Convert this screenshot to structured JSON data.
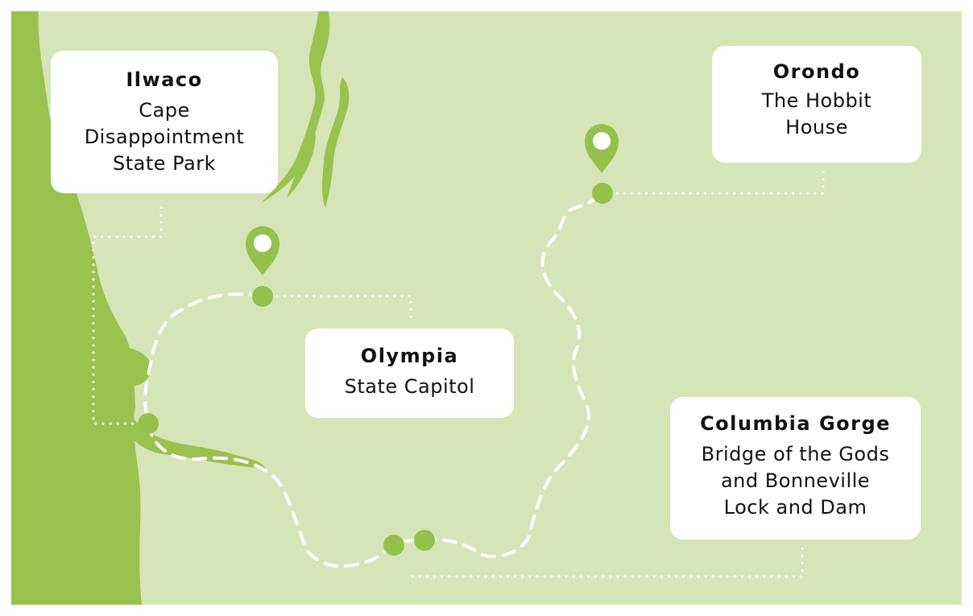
{
  "colors": {
    "land": "#d6e5b8",
    "water": "#99c24e",
    "marker": "#94c04c",
    "route": "#ffffff",
    "card_background": "#ffffff",
    "text": "#111111"
  },
  "locations": [
    {
      "id": "ilwaco",
      "title": "Ilwaco",
      "description_lines": [
        "Cape",
        "Disappointment",
        "State Park"
      ]
    },
    {
      "id": "orondo",
      "title": "Orondo",
      "description_lines": [
        "The Hobbit",
        "House"
      ]
    },
    {
      "id": "olympia",
      "title": "Olympia",
      "description_lines": [
        "State Capitol"
      ]
    },
    {
      "id": "columbia-gorge",
      "title": "Columbia Gorge",
      "description_lines": [
        "Bridge of the Gods",
        "and Bonneville",
        "Lock and Dam"
      ]
    }
  ]
}
